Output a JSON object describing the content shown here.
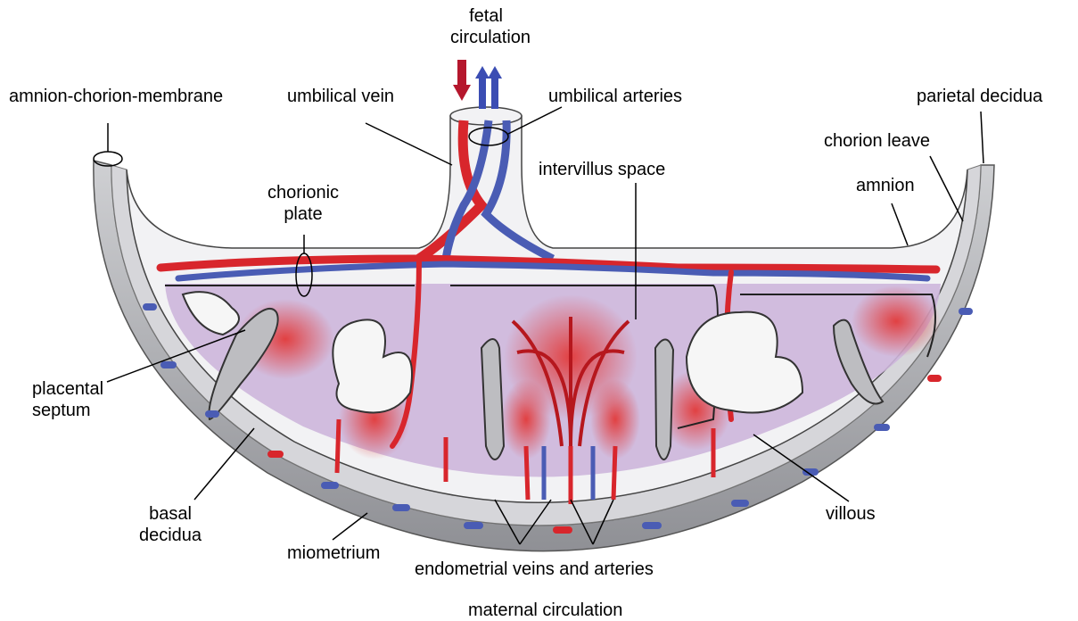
{
  "labels": {
    "fetal_circulation_1": "fetal",
    "fetal_circulation_2": "circulation",
    "amnion_chorion_membrane": "amnion-chorion-membrane",
    "umbilical_vein": "umbilical vein",
    "umbilical_arteries": "umbilical arteries",
    "parietal_decidua": "parietal decidua",
    "chorion_leave": "chorion leave",
    "intervillus_space": "intervillus space",
    "amnion": "amnion",
    "chorionic_plate_1": "chorionic",
    "chorionic_plate_2": "plate",
    "placental_septum_1": "placental",
    "placental_septum_2": "septum",
    "basal_decidua_1": "basal",
    "basal_decidua_2": "decidua",
    "villous": "villous",
    "miometrium": "miometrium",
    "endometrial_veins_arteries": "endometrial veins and arteries",
    "maternal_circulation": "maternal circulation"
  },
  "colors": {
    "artery_red": "#d8262c",
    "vein_blue": "#4a5cb4",
    "intervillus_purple": "#cdb6dc",
    "decidua_gray": "#c9c9cc",
    "myometrium_gray": "#9d9ea3"
  }
}
